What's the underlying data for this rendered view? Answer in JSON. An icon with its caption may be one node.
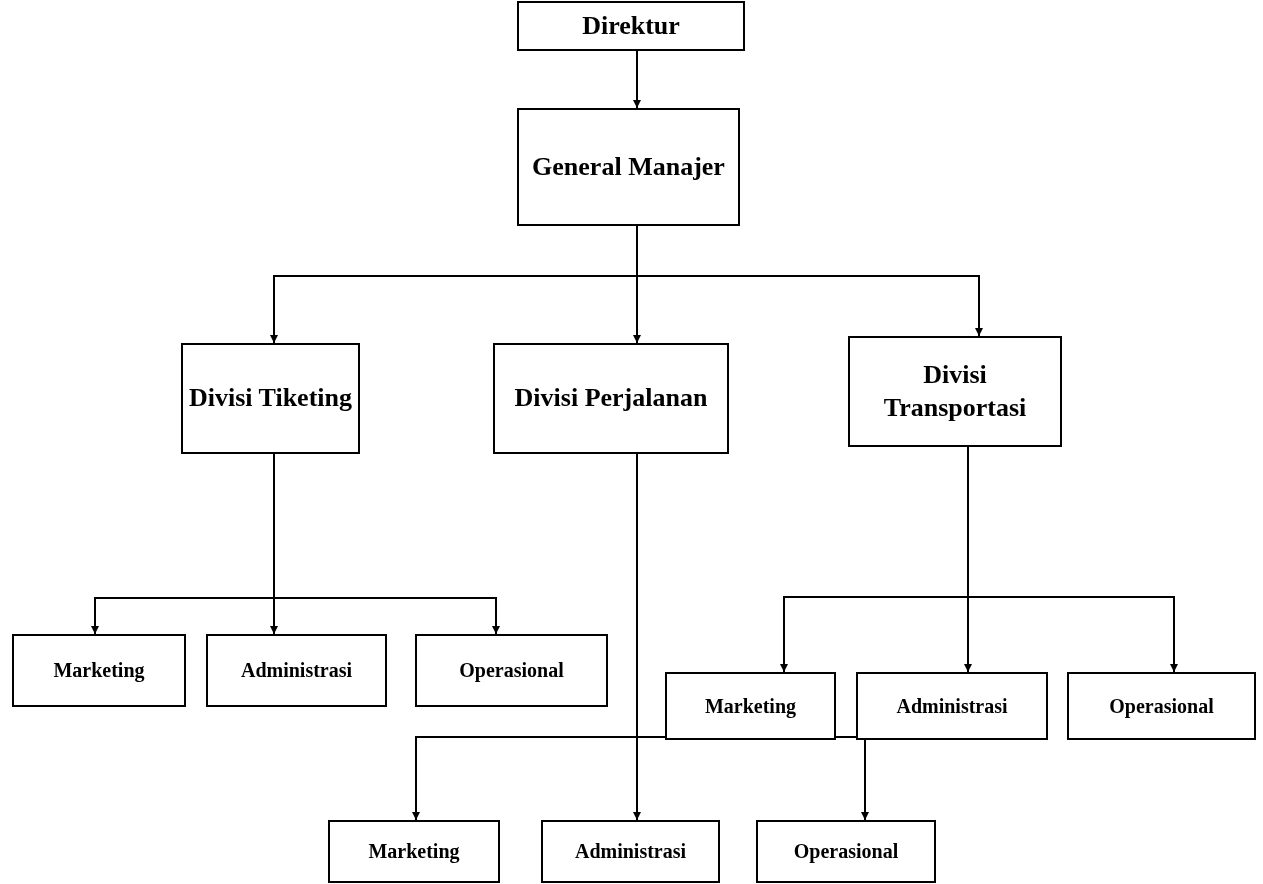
{
  "diagram": {
    "nodes": [
      {
        "text": [
          "Direktur"
        ]
      },
      {
        "text": [
          "General Manajer"
        ]
      },
      {
        "text": [
          "Divisi Tiketing"
        ]
      },
      {
        "text": [
          "Divisi Perjalanan"
        ]
      },
      {
        "text": [
          "Divisi Transportasi"
        ]
      },
      {
        "text": [
          "Marketing"
        ]
      },
      {
        "text": [
          "Administrasi"
        ]
      },
      {
        "text": [
          "Operasional"
        ]
      },
      {
        "text": [
          "Marketing"
        ]
      },
      {
        "text": [
          "Administrasi"
        ]
      },
      {
        "text": [
          "Operasional"
        ]
      },
      {
        "text": [
          "Marketing"
        ]
      },
      {
        "text": [
          "Administrasi"
        ]
      },
      {
        "text": [
          "Operasional"
        ]
      }
    ],
    "edges": [
      {
        "from": 0,
        "to": 1,
        "arrow": "to"
      },
      {
        "from": 1,
        "to": 2,
        "arrow": "to"
      },
      {
        "from": 1,
        "to": 3,
        "arrow": "to"
      },
      {
        "from": 1,
        "to": 4,
        "arrow": "to"
      },
      {
        "from": 2,
        "to": 5,
        "arrow": "to"
      },
      {
        "from": 2,
        "to": 6,
        "arrow": "to"
      },
      {
        "from": 2,
        "to": 7,
        "arrow": "to"
      },
      {
        "from": 4,
        "to": 8,
        "arrow": "to"
      },
      {
        "from": 4,
        "to": 9,
        "arrow": "to"
      },
      {
        "from": 4,
        "to": 10,
        "arrow": "to"
      },
      {
        "from": 3,
        "to": 11,
        "arrow": "to"
      },
      {
        "from": 3,
        "to": 12,
        "arrow": "to"
      },
      {
        "from": 3,
        "to": 13,
        "arrow": "to"
      }
    ]
  }
}
